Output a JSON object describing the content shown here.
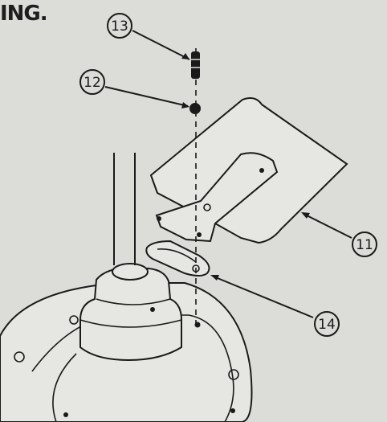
{
  "heading": "ING.",
  "callouts": [
    {
      "id": "13",
      "label": "13"
    },
    {
      "id": "12",
      "label": "12"
    },
    {
      "id": "11",
      "label": "11"
    },
    {
      "id": "14",
      "label": "14"
    }
  ],
  "colors": {
    "ink": "#1a1a1a",
    "paper": "#dcdcd8"
  }
}
